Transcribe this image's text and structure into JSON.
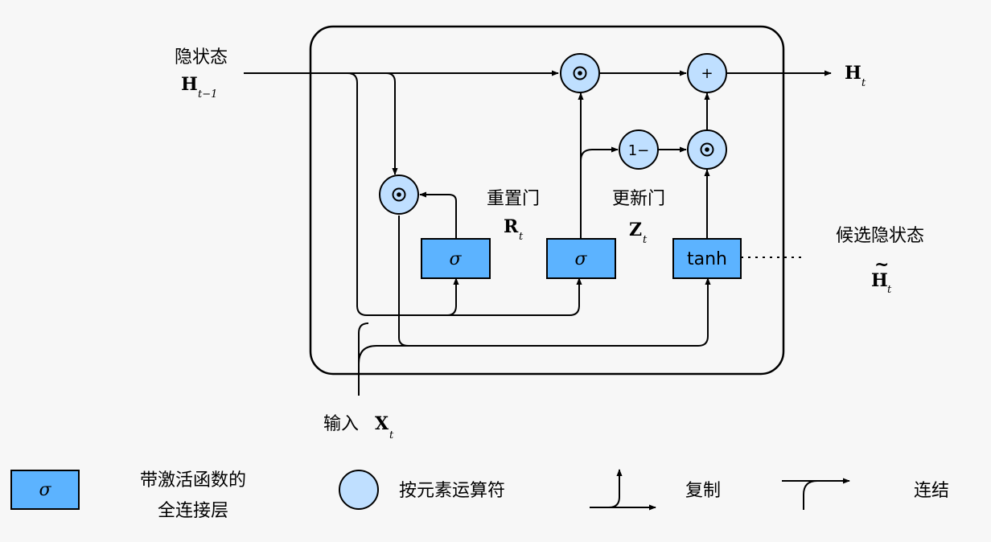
{
  "diagram": {
    "hidden_state_label": "隐状态",
    "h_prev_main": "H",
    "h_prev_sub": "t−1",
    "h_out_main": "H",
    "h_out_sub": "t",
    "reset_gate_label": "重置门",
    "reset_gate_main": "R",
    "reset_gate_sub": "t",
    "update_gate_label": "更新门",
    "update_gate_main": "Z",
    "update_gate_sub": "t",
    "candidate_label": "候选隐状态",
    "candidate_tilde": "~",
    "candidate_main": "H",
    "candidate_sub": "t",
    "input_label": "输入",
    "input_main": "X",
    "input_sub": "t",
    "sigma_symbol": "σ",
    "tanh_label": "tanh",
    "op_mult": "⊙",
    "op_plus": "+",
    "op_one_minus": "1−",
    "colors": {
      "box_fill": "#5cb3ff",
      "circle_fill": "#bfdfff",
      "background": "#f7f7f7"
    }
  },
  "legend": {
    "fc_label_line1": "带激活函数的",
    "fc_label_line2": "全连接层",
    "sigma_symbol": "σ",
    "elementwise_label": "按元素运算符",
    "copy_label": "复制",
    "concat_label": "连结"
  }
}
